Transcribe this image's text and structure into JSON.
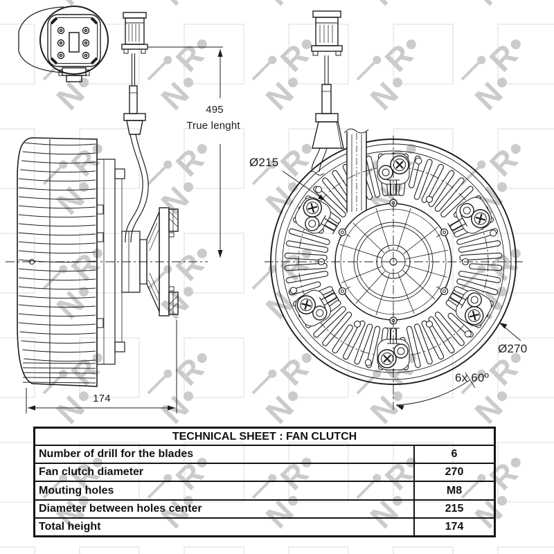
{
  "brand": {
    "watermark_text": "NRF"
  },
  "drawing": {
    "labels": {
      "true_length_value": "495",
      "true_length_label": "True lenght",
      "total_height": "174",
      "bolt_circle_diameter": "Ø215",
      "outer_diameter": "Ø270",
      "drill_pattern": "6x 60º"
    }
  },
  "table": {
    "title": "TECHNICAL SHEET : FAN CLUTCH",
    "rows": [
      {
        "label": "Number of drill for the blades",
        "value": "6"
      },
      {
        "label": "Fan clutch diameter",
        "value": "270"
      },
      {
        "label": "Mouting holes",
        "value": "M8"
      },
      {
        "label": "Diameter between holes center",
        "value": "215"
      },
      {
        "label": "Total height",
        "value": "174"
      }
    ]
  }
}
